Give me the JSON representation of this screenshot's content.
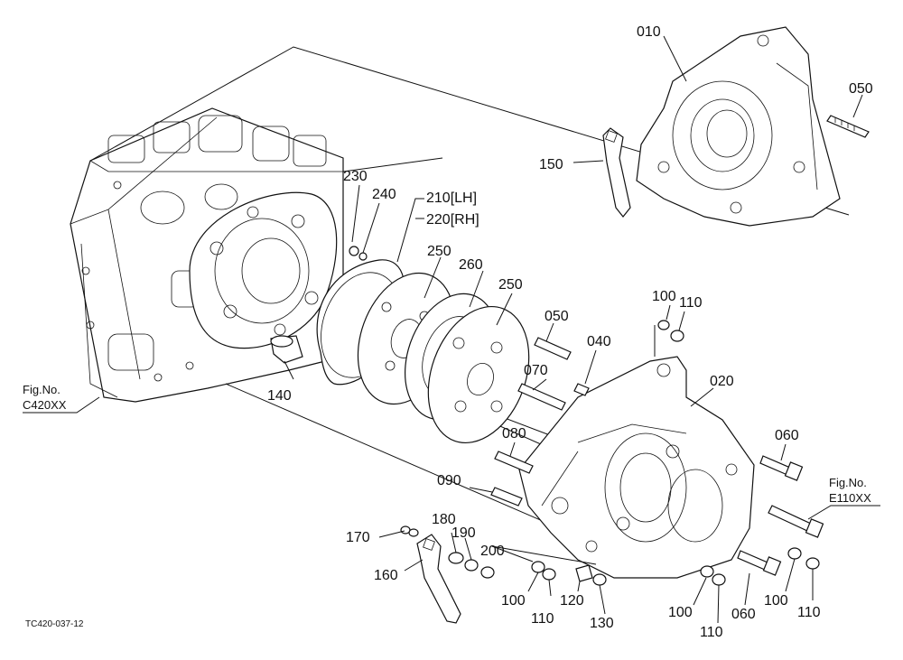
{
  "drawing_code": "TC420-037-12",
  "fig_refs": [
    {
      "id": "left",
      "line1": "Fig.No.",
      "line2": "C420XX"
    },
    {
      "id": "right",
      "line1": "Fig.No.",
      "line2": "E110XX"
    }
  ],
  "parts": [
    {
      "id": "p010",
      "label": "010"
    },
    {
      "id": "p050a",
      "label": "050"
    },
    {
      "id": "p150",
      "label": "150"
    },
    {
      "id": "p230",
      "label": "230"
    },
    {
      "id": "p240",
      "label": "240"
    },
    {
      "id": "p210",
      "label": "210[LH]"
    },
    {
      "id": "p220",
      "label": "220[RH]"
    },
    {
      "id": "p250a",
      "label": "250"
    },
    {
      "id": "p260",
      "label": "260"
    },
    {
      "id": "p250b",
      "label": "250"
    },
    {
      "id": "p050b",
      "label": "050"
    },
    {
      "id": "p040",
      "label": "040"
    },
    {
      "id": "p100a",
      "label": "100"
    },
    {
      "id": "p110a",
      "label": "110"
    },
    {
      "id": "p070",
      "label": "070"
    },
    {
      "id": "p020",
      "label": "020"
    },
    {
      "id": "p140",
      "label": "140"
    },
    {
      "id": "p080",
      "label": "080"
    },
    {
      "id": "p060a",
      "label": "060"
    },
    {
      "id": "p090",
      "label": "090"
    },
    {
      "id": "p170",
      "label": "170"
    },
    {
      "id": "p180",
      "label": "180"
    },
    {
      "id": "p190",
      "label": "190"
    },
    {
      "id": "p200",
      "label": "200"
    },
    {
      "id": "p160",
      "label": "160"
    },
    {
      "id": "p100b",
      "label": "100"
    },
    {
      "id": "p110b",
      "label": "110"
    },
    {
      "id": "p120",
      "label": "120"
    },
    {
      "id": "p130",
      "label": "130"
    },
    {
      "id": "p100c",
      "label": "100"
    },
    {
      "id": "p110c",
      "label": "110"
    },
    {
      "id": "p060b",
      "label": "060"
    },
    {
      "id": "p100d",
      "label": "100"
    },
    {
      "id": "p110d",
      "label": "110"
    }
  ]
}
